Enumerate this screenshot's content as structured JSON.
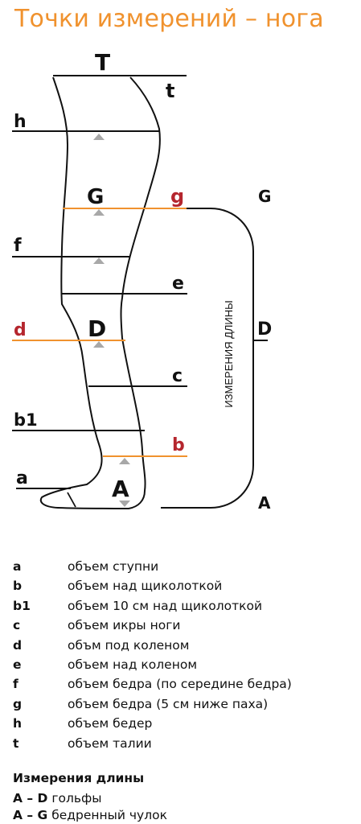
{
  "title": "Точки измерений – нога",
  "colors": {
    "title": "#f0922e",
    "highlight": "#f0922e",
    "highlight_text": "#b5262e",
    "line": "#111111",
    "arrow": "#a8a8a8"
  },
  "markers": {
    "T": "T",
    "t": "t",
    "h": "h",
    "G": "G",
    "g": "g",
    "f": "f",
    "e": "e",
    "d": "d",
    "D": "D",
    "c": "c",
    "b1": "b1",
    "b": "b",
    "a": "a",
    "A": "A"
  },
  "bracket": {
    "top": "G",
    "mid": "D",
    "bottom": "A",
    "vertical_label": "ИЗМЕРЕНИЯ ДЛИНЫ"
  },
  "legend": [
    {
      "key": "a",
      "text": "объем ступни"
    },
    {
      "key": "b",
      "text": "объем над щиколоткой"
    },
    {
      "key": "b1",
      "text": "объем 10 см над щиколоткой"
    },
    {
      "key": "c",
      "text": "объем икры ноги"
    },
    {
      "key": "d",
      "text": "объм под коленом"
    },
    {
      "key": "e",
      "text": "объем над коленом"
    },
    {
      "key": "f",
      "text": "объем бедра (по середине бедра)"
    },
    {
      "key": "g",
      "text": "объем бедра (5 см ниже паха)"
    },
    {
      "key": "h",
      "text": "объем бедер"
    },
    {
      "key": "t",
      "text": "объем талии"
    }
  ],
  "length": {
    "title": "Измерения длины",
    "items": [
      {
        "key": "A – D",
        "text": "гольфы"
      },
      {
        "key": "A – G",
        "text": "бедренный чулок"
      }
    ]
  }
}
